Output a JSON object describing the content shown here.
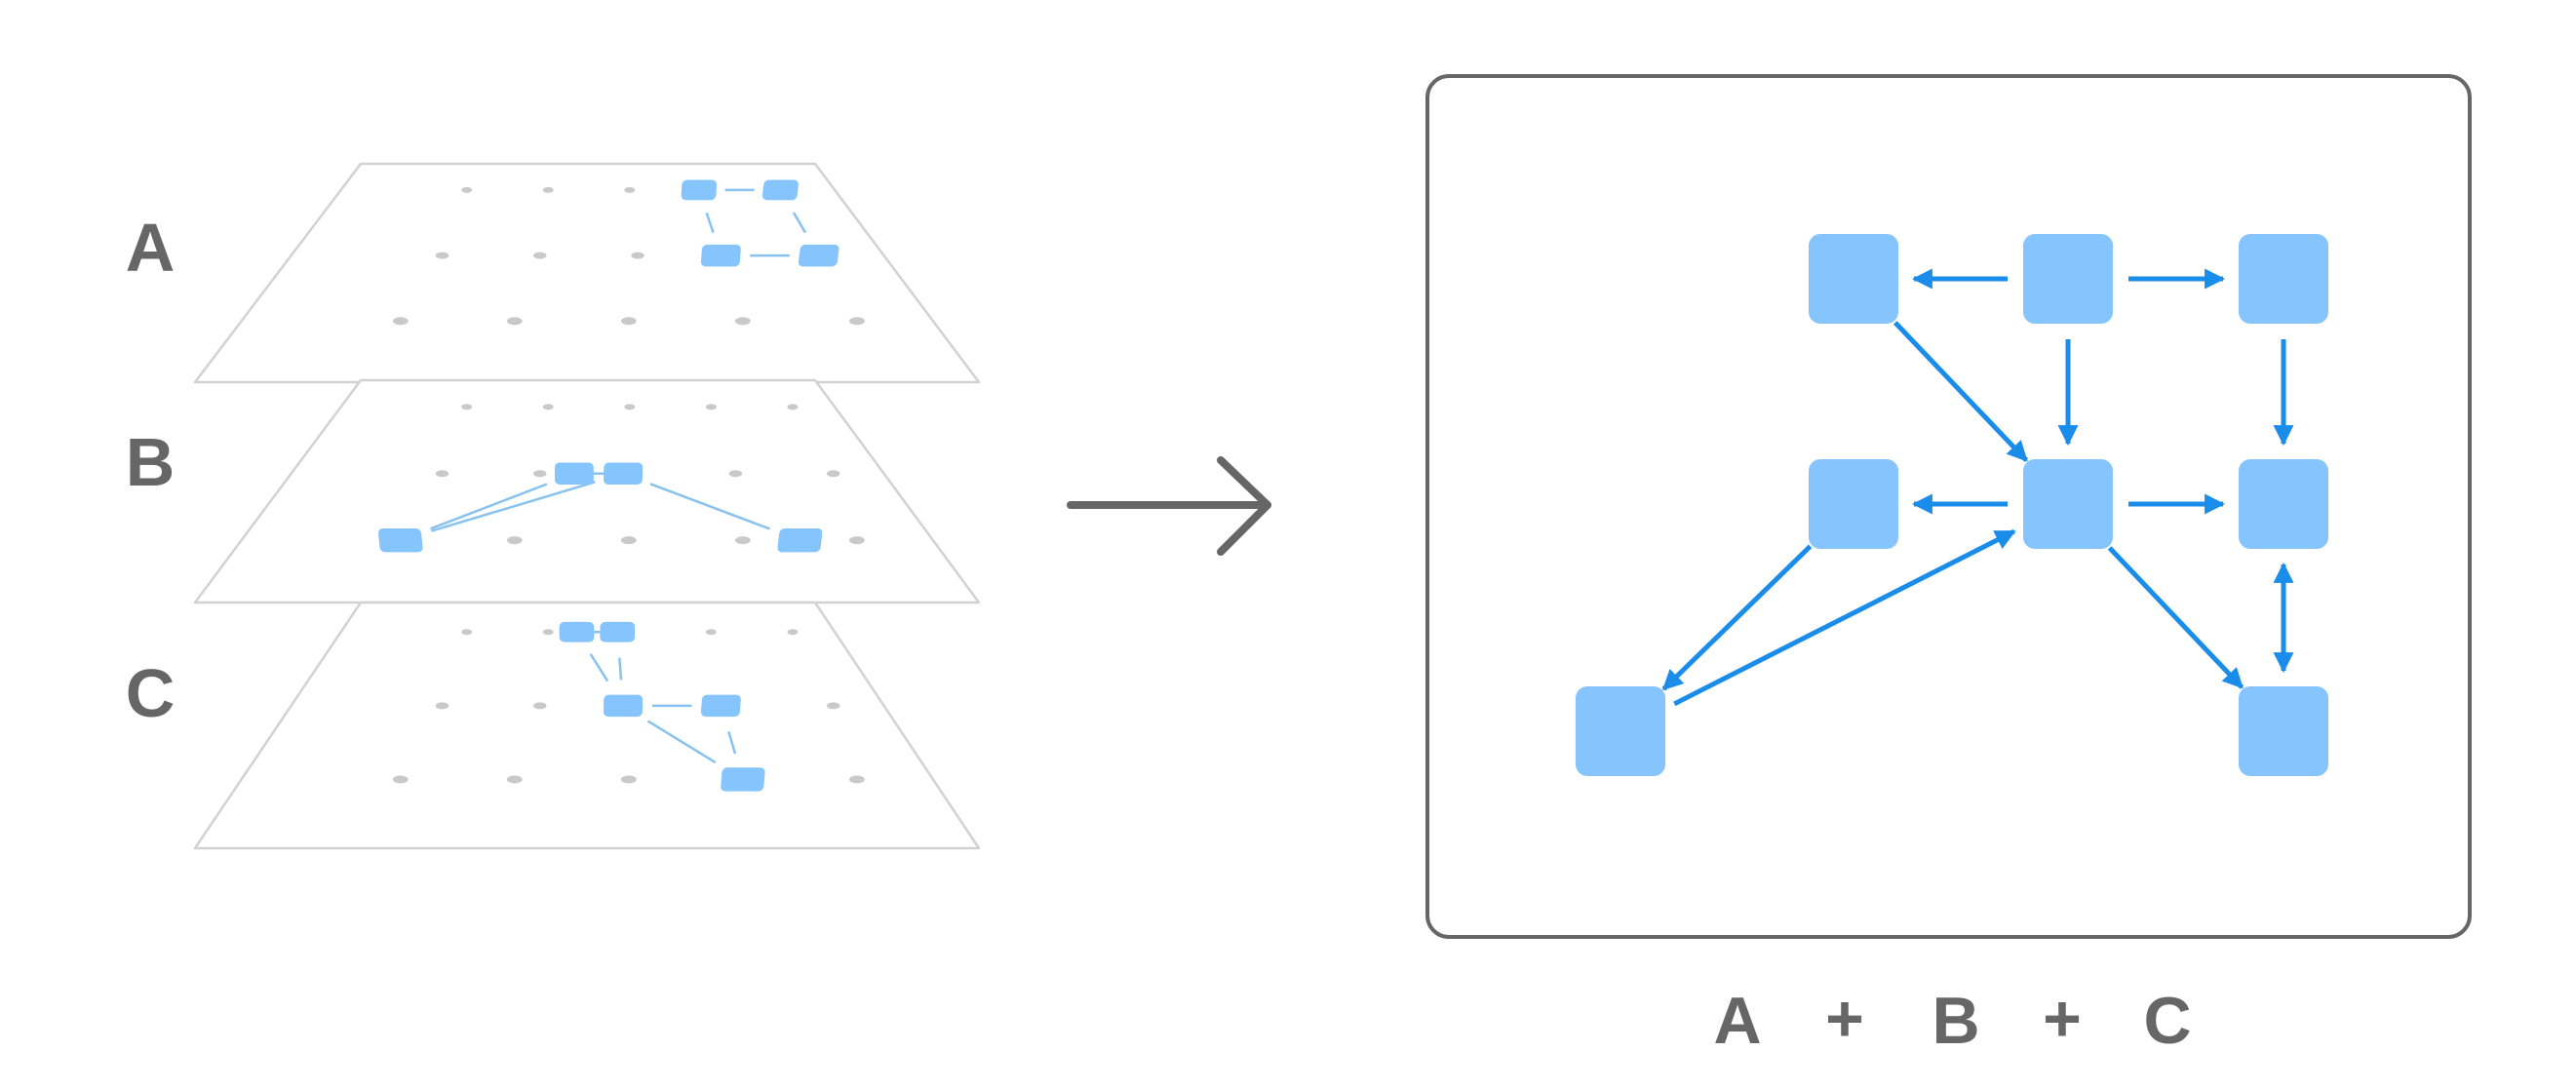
{
  "layers": [
    {
      "label": "A",
      "active_nodes": [
        [
          6,
          0
        ],
        [
          8,
          0
        ],
        [
          6,
          1
        ],
        [
          8,
          1
        ]
      ],
      "edges": [
        [
          [
            6,
            0
          ],
          [
            8,
            0
          ]
        ],
        [
          [
            6,
            0
          ],
          [
            6,
            1
          ]
        ],
        [
          [
            8,
            0
          ],
          [
            8,
            1
          ]
        ],
        [
          [
            6,
            1
          ],
          [
            8,
            1
          ]
        ]
      ]
    },
    {
      "label": "B",
      "active_nodes": [
        [
          0,
          2
        ],
        [
          3,
          1
        ],
        [
          4,
          1
        ],
        [
          7,
          2
        ]
      ],
      "edges": [
        [
          [
            0,
            2
          ],
          [
            3,
            1
          ]
        ],
        [
          [
            3,
            1
          ],
          [
            4,
            1
          ]
        ],
        [
          [
            0,
            2
          ],
          [
            4,
            1
          ]
        ],
        [
          [
            4,
            1
          ],
          [
            7,
            2
          ]
        ]
      ]
    },
    {
      "label": "C",
      "active_nodes": [
        [
          3,
          0
        ],
        [
          4,
          0
        ],
        [
          4,
          1
        ],
        [
          6,
          1
        ],
        [
          6,
          2
        ]
      ],
      "edges": [
        [
          [
            3,
            0
          ],
          [
            4,
            0
          ]
        ],
        [
          [
            4,
            0
          ],
          [
            4,
            1
          ]
        ],
        [
          [
            3,
            0
          ],
          [
            4,
            1
          ]
        ],
        [
          [
            4,
            1
          ],
          [
            6,
            1
          ]
        ],
        [
          [
            6,
            1
          ],
          [
            6,
            2
          ]
        ],
        [
          [
            4,
            1
          ],
          [
            6,
            2
          ]
        ]
      ]
    }
  ],
  "combined": {
    "nodes": [
      {
        "id": "n1",
        "col": 1,
        "row": 0
      },
      {
        "id": "n2",
        "col": 2,
        "row": 0
      },
      {
        "id": "n3",
        "col": 3,
        "row": 0
      },
      {
        "id": "n4",
        "col": 1,
        "row": 1
      },
      {
        "id": "n5",
        "col": 2,
        "row": 1
      },
      {
        "id": "n6",
        "col": 3,
        "row": 1
      },
      {
        "id": "n7",
        "col": 0,
        "row": 2
      },
      {
        "id": "n8",
        "col": 3,
        "row": 2
      }
    ],
    "edges": [
      {
        "from": "n2",
        "to": "n1",
        "type": "arrow"
      },
      {
        "from": "n2",
        "to": "n3",
        "type": "arrow"
      },
      {
        "from": "n1",
        "to": "n5",
        "type": "arrow"
      },
      {
        "from": "n2",
        "to": "n5",
        "type": "arrow"
      },
      {
        "from": "n3",
        "to": "n6",
        "type": "arrow"
      },
      {
        "from": "n5",
        "to": "n4",
        "type": "arrow"
      },
      {
        "from": "n5",
        "to": "n6",
        "type": "arrow"
      },
      {
        "from": "n4",
        "to": "n7",
        "type": "arrow"
      },
      {
        "from": "n7",
        "to": "n5",
        "type": "arrow"
      },
      {
        "from": "n5",
        "to": "n8",
        "type": "arrow"
      },
      {
        "from": "n6",
        "to": "n8",
        "type": "double"
      }
    ]
  },
  "formula": {
    "terms": [
      "A",
      "B",
      "C"
    ],
    "operator": "+"
  },
  "colors": {
    "node_fill": "#85C4FC",
    "edge": "#1A8CEA",
    "layer_edge": "#88C2F0",
    "inactive_dot": "#C9C9C9",
    "frame": "#666666",
    "plane_stroke": "#D2D2D2",
    "label": "#666666"
  }
}
